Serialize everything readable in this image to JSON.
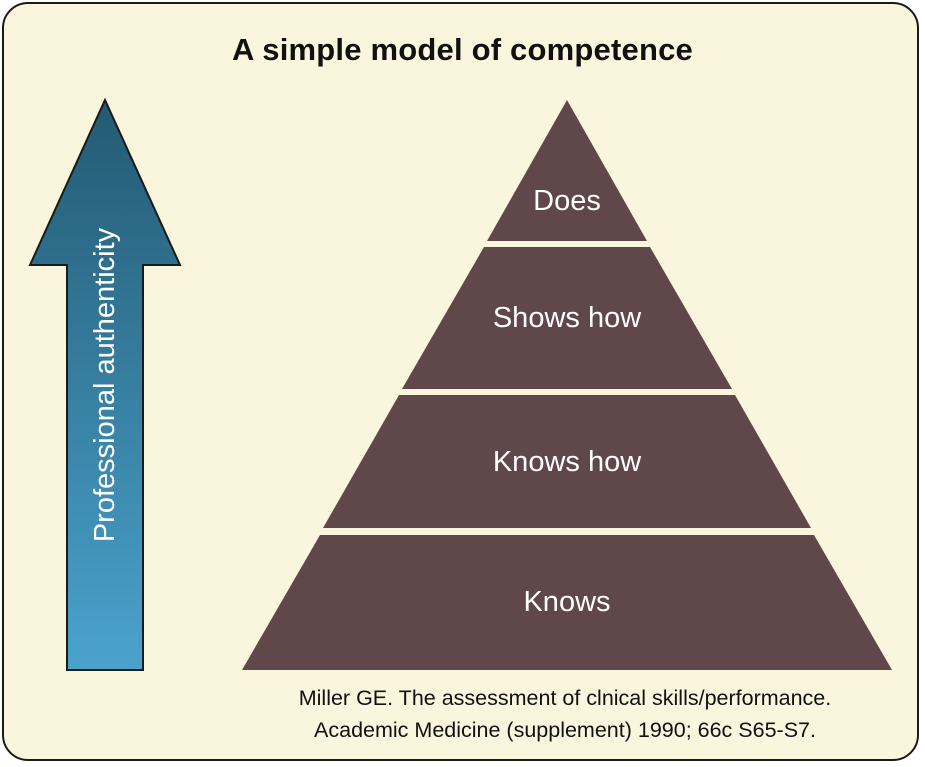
{
  "title": "A simple model of competence",
  "arrow": {
    "label": "Professional authenticity",
    "color_top": "#235a73",
    "color_bottom": "#4aa3cd"
  },
  "pyramid": {
    "color": "#5f474a",
    "separator_color": "#faf5dd",
    "tiers_top_to_bottom": [
      {
        "label": "Does"
      },
      {
        "label": "Shows how"
      },
      {
        "label": "Knows how"
      },
      {
        "label": "Knows"
      }
    ]
  },
  "citation": {
    "line1": "Miller GE. The assessment of clnical skills/performance.",
    "line2": "Academic Medicine (supplement) 1990; 66c S65-S7."
  },
  "colors": {
    "background": "#faf5dd",
    "border": "#1a1a1a",
    "text": "#111111"
  }
}
